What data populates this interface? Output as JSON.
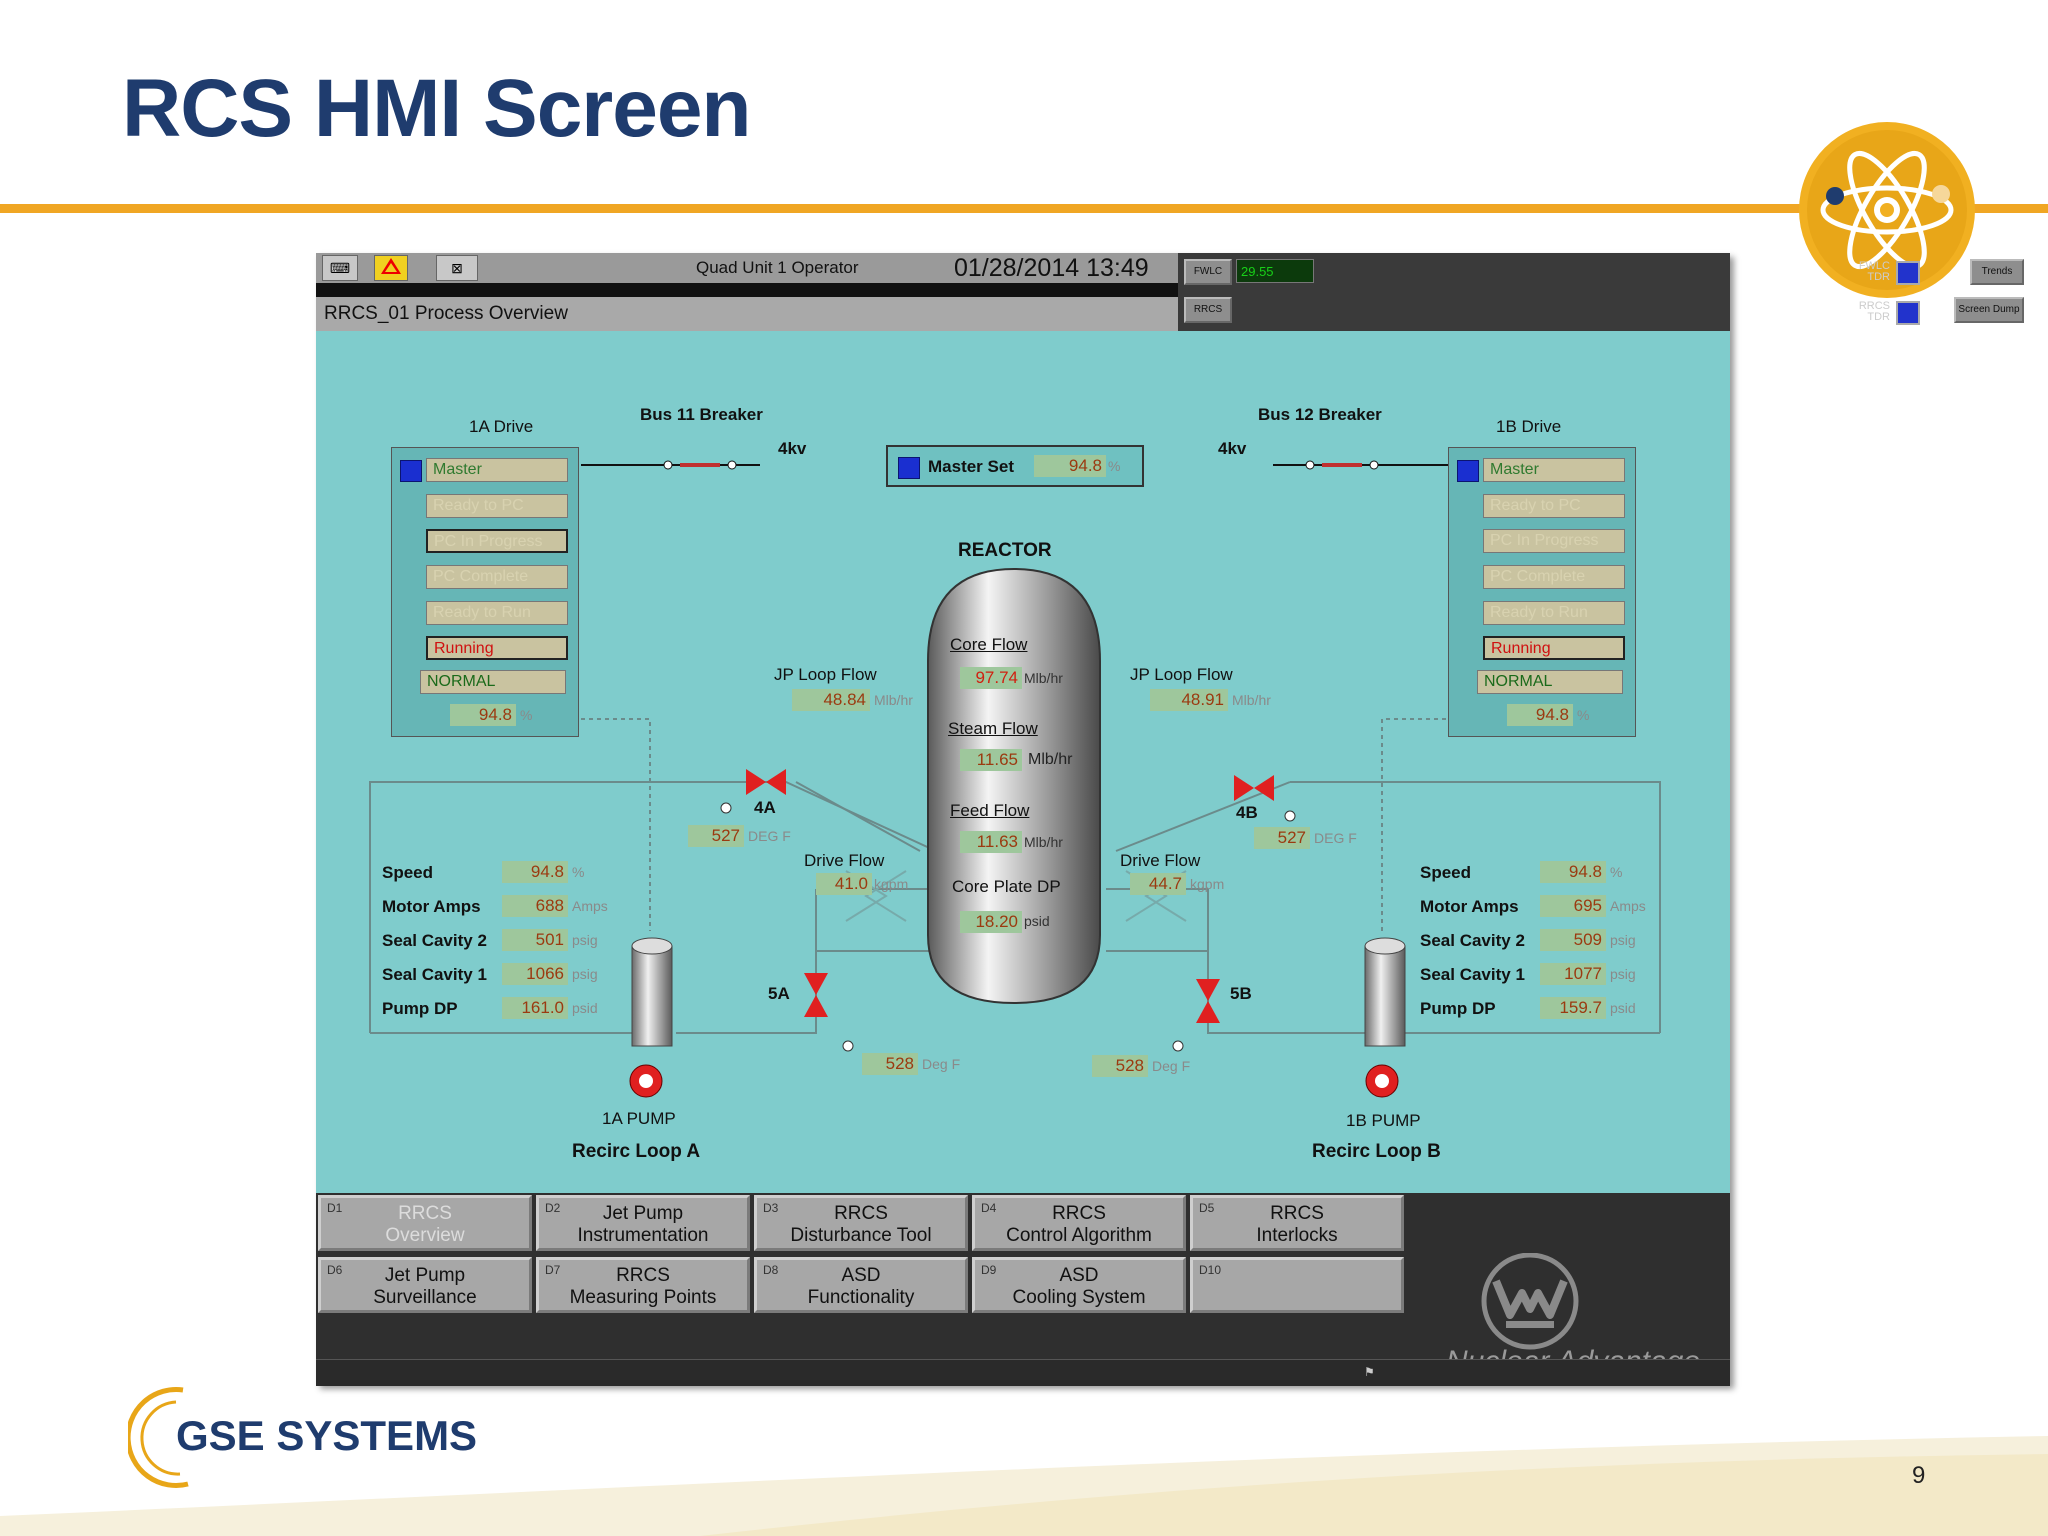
{
  "slide": {
    "title": "RCS HMI Screen",
    "company": "GSE SYSTEMS",
    "page_number": "9",
    "colors": {
      "title": "#1f3c6e",
      "accent_line": "#f0a623",
      "hmi_background": "#7fcccc"
    }
  },
  "hmi": {
    "header": {
      "operator": "Quad Unit 1 Operator",
      "datetime": "01/28/2014  13:49",
      "screen_name": "RRCS_01  Process Overview",
      "fwlc_label": "FWLC",
      "fwlc_value": "29.55",
      "rrcs_label": "RRCS",
      "fwlc_tdr": "FWLC TDR",
      "rrcs_tdr": "RRCS TDR",
      "trends_label": "Trends",
      "screen_dump_label": "Screen Dump"
    },
    "master_set": {
      "label": "Master Set",
      "value": "94.8",
      "unit": "%"
    },
    "breakers": {
      "a": {
        "label": "Bus 11 Breaker",
        "voltage": "4kv"
      },
      "b": {
        "label": "Bus 12 Breaker",
        "voltage": "4kv"
      }
    },
    "drive_a": {
      "title": "1A Drive",
      "statuses": [
        "Master",
        "Ready to PC",
        "PC In Progress",
        "PC Complete",
        "Ready to Run",
        "Running",
        "NORMAL"
      ],
      "speed": "94.8",
      "speed_unit": "%"
    },
    "drive_b": {
      "title": "1B Drive",
      "statuses": [
        "Master",
        "Ready to PC",
        "PC In Progress",
        "PC Complete",
        "Ready to Run",
        "Running",
        "NORMAL"
      ],
      "speed": "94.8",
      "speed_unit": "%"
    },
    "reactor": {
      "title": "REACTOR",
      "core_flow": {
        "label": "Core Flow",
        "value": "97.74",
        "unit": "Mlb/hr"
      },
      "steam_flow": {
        "label": "Steam Flow",
        "value": "11.65",
        "unit": "Mlb/hr"
      },
      "feed_flow": {
        "label": "Feed Flow",
        "value": "11.63",
        "unit": "Mlb/hr"
      },
      "core_plate_dp": {
        "label": "Core Plate DP",
        "value": "18.20",
        "unit": "psid"
      }
    },
    "loop_a": {
      "jp_loop_flow_label": "JP Loop Flow",
      "jp_loop_flow": "48.84",
      "jp_unit": "Mlb/hr",
      "valve_4": "4A",
      "temp_top": "527",
      "temp_top_unit": "DEG F",
      "drive_flow_label": "Drive Flow",
      "drive_flow": "41.0",
      "drive_flow_unit": "kgpm",
      "valve_5": "5A",
      "temp_bottom": "528",
      "temp_bottom_unit": "Deg F",
      "pump_label": "1A PUMP",
      "loop_label": "Recirc Loop A",
      "params": [
        {
          "label": "Speed",
          "value": "94.8",
          "unit": "%"
        },
        {
          "label": "Motor Amps",
          "value": "688",
          "unit": "Amps"
        },
        {
          "label": "Seal Cavity 2",
          "value": "501",
          "unit": "psig"
        },
        {
          "label": "Seal Cavity 1",
          "value": "1066",
          "unit": "psig"
        },
        {
          "label": "Pump DP",
          "value": "161.0",
          "unit": "psid"
        }
      ]
    },
    "loop_b": {
      "jp_loop_flow_label": "JP Loop Flow",
      "jp_loop_flow": "48.91",
      "jp_unit": "Mlb/hr",
      "valve_4": "4B",
      "temp_top": "527",
      "temp_top_unit": "DEG F",
      "drive_flow_label": "Drive Flow",
      "drive_flow": "44.7",
      "drive_flow_unit": "kgpm",
      "valve_5": "5B",
      "temp_bottom": "528",
      "temp_bottom_unit": "Deg F",
      "pump_label": "1B PUMP",
      "loop_label": "Recirc Loop B",
      "params": [
        {
          "label": "Speed",
          "value": "94.8",
          "unit": "%"
        },
        {
          "label": "Motor Amps",
          "value": "695",
          "unit": "Amps"
        },
        {
          "label": "Seal Cavity 2",
          "value": "509",
          "unit": "psig"
        },
        {
          "label": "Seal Cavity 1",
          "value": "1077",
          "unit": "psig"
        },
        {
          "label": "Pump DP",
          "value": "159.7",
          "unit": "psid"
        }
      ]
    },
    "nav": [
      {
        "num": "D1",
        "line1": "RRCS",
        "line2": "Overview"
      },
      {
        "num": "D2",
        "line1": "Jet Pump",
        "line2": "Instrumentation"
      },
      {
        "num": "D3",
        "line1": "RRCS",
        "line2": "Disturbance Tool"
      },
      {
        "num": "D4",
        "line1": "RRCS",
        "line2": "Control Algorithm"
      },
      {
        "num": "D5",
        "line1": "RRCS",
        "line2": "Interlocks"
      },
      {
        "num": "D6",
        "line1": "Jet Pump",
        "line2": "Surveillance"
      },
      {
        "num": "D7",
        "line1": "RRCS",
        "line2": "Measuring Points"
      },
      {
        "num": "D8",
        "line1": "ASD",
        "line2": "Functionality"
      },
      {
        "num": "D9",
        "line1": "ASD",
        "line2": "Cooling System"
      },
      {
        "num": "D10",
        "line1": "",
        "line2": ""
      }
    ],
    "brand_tagline": "Nuclear Advantage"
  }
}
